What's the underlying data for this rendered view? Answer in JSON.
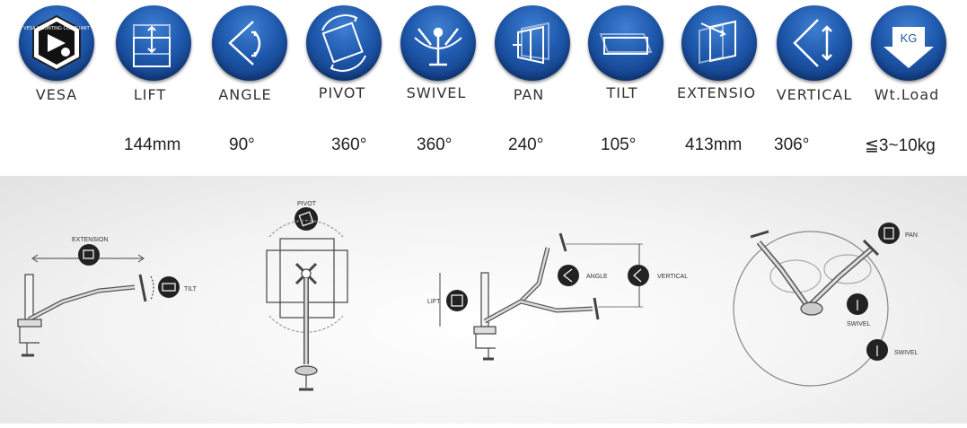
{
  "features": [
    {
      "label": "VESA",
      "value": "",
      "icon": "vesa-badge-icon"
    },
    {
      "label": "LIFT",
      "value": "144mm",
      "icon": "lift-icon"
    },
    {
      "label": "ANGLE",
      "value": "90°",
      "icon": "angle-icon"
    },
    {
      "label": "PIVOT",
      "value": "360°",
      "icon": "pivot-icon"
    },
    {
      "label": "SWIVEL",
      "value": "360°",
      "icon": "swivel-icon"
    },
    {
      "label": "PAN",
      "value": "240°",
      "icon": "pan-icon"
    },
    {
      "label": "TILT",
      "value": "105°",
      "icon": "tilt-icon"
    },
    {
      "label": "EXTENSIO",
      "value": "413mm",
      "icon": "extension-icon"
    },
    {
      "label": "VERTICAL",
      "value": "306°",
      "icon": "vertical-icon"
    },
    {
      "label": "Wt.Load",
      "value": "≦3~10kg",
      "icon": "weight-load-icon"
    }
  ],
  "vesa_badge_text": "VESA MOUNTING COMPLIANT",
  "weight_icon_text": "KG",
  "diagram_labels": {
    "extension": "EXTENSION",
    "tilt": "TILT",
    "pivot": "PIVOT",
    "lift": "LIFT",
    "angle": "ANGLE",
    "vertical": "VERTICAL",
    "pan": "PAN",
    "swivel_1": "SWIVEL",
    "swivel_2": "SWIVEL"
  },
  "colors": {
    "icon_blue": "#1f59ad",
    "icon_dark": "#0e3478"
  }
}
